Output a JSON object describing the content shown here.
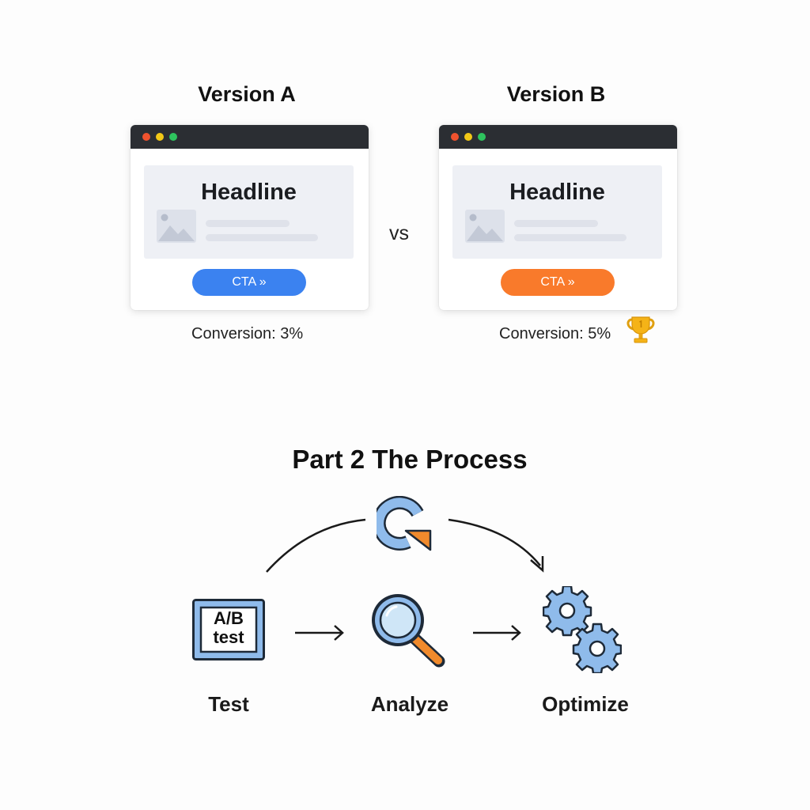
{
  "versions": [
    {
      "title": "Version A",
      "headline": "Headline",
      "cta_label": "CTA »",
      "cta_color": "#3b82f0",
      "conversion": "Conversion: 3%"
    },
    {
      "title": "Version B",
      "headline": "Headline",
      "cta_label": "CTA »",
      "cta_color": "#f97a2b",
      "conversion": "Conversion: 5%",
      "winner_icon": "trophy-icon"
    }
  ],
  "vs_label": "vs",
  "window_dots": [
    "#f0522e",
    "#f2c817",
    "#2ec35e"
  ],
  "process": {
    "title": "Part 2 The Process",
    "cycle_icon": "refresh-cycle-icon",
    "steps": [
      {
        "label": "Test",
        "icon": "ab-test-icon",
        "icon_text_line1": "A/B",
        "icon_text_line2": "test"
      },
      {
        "label": "Analyze",
        "icon": "magnifier-icon"
      },
      {
        "label": "Optimize",
        "icon": "gears-icon"
      }
    ]
  },
  "colors": {
    "icon_blue": "#8fbbeb",
    "icon_stroke": "#1e2a38",
    "accent_orange": "#f08a2c",
    "trophy_gold": "#f5b317"
  }
}
